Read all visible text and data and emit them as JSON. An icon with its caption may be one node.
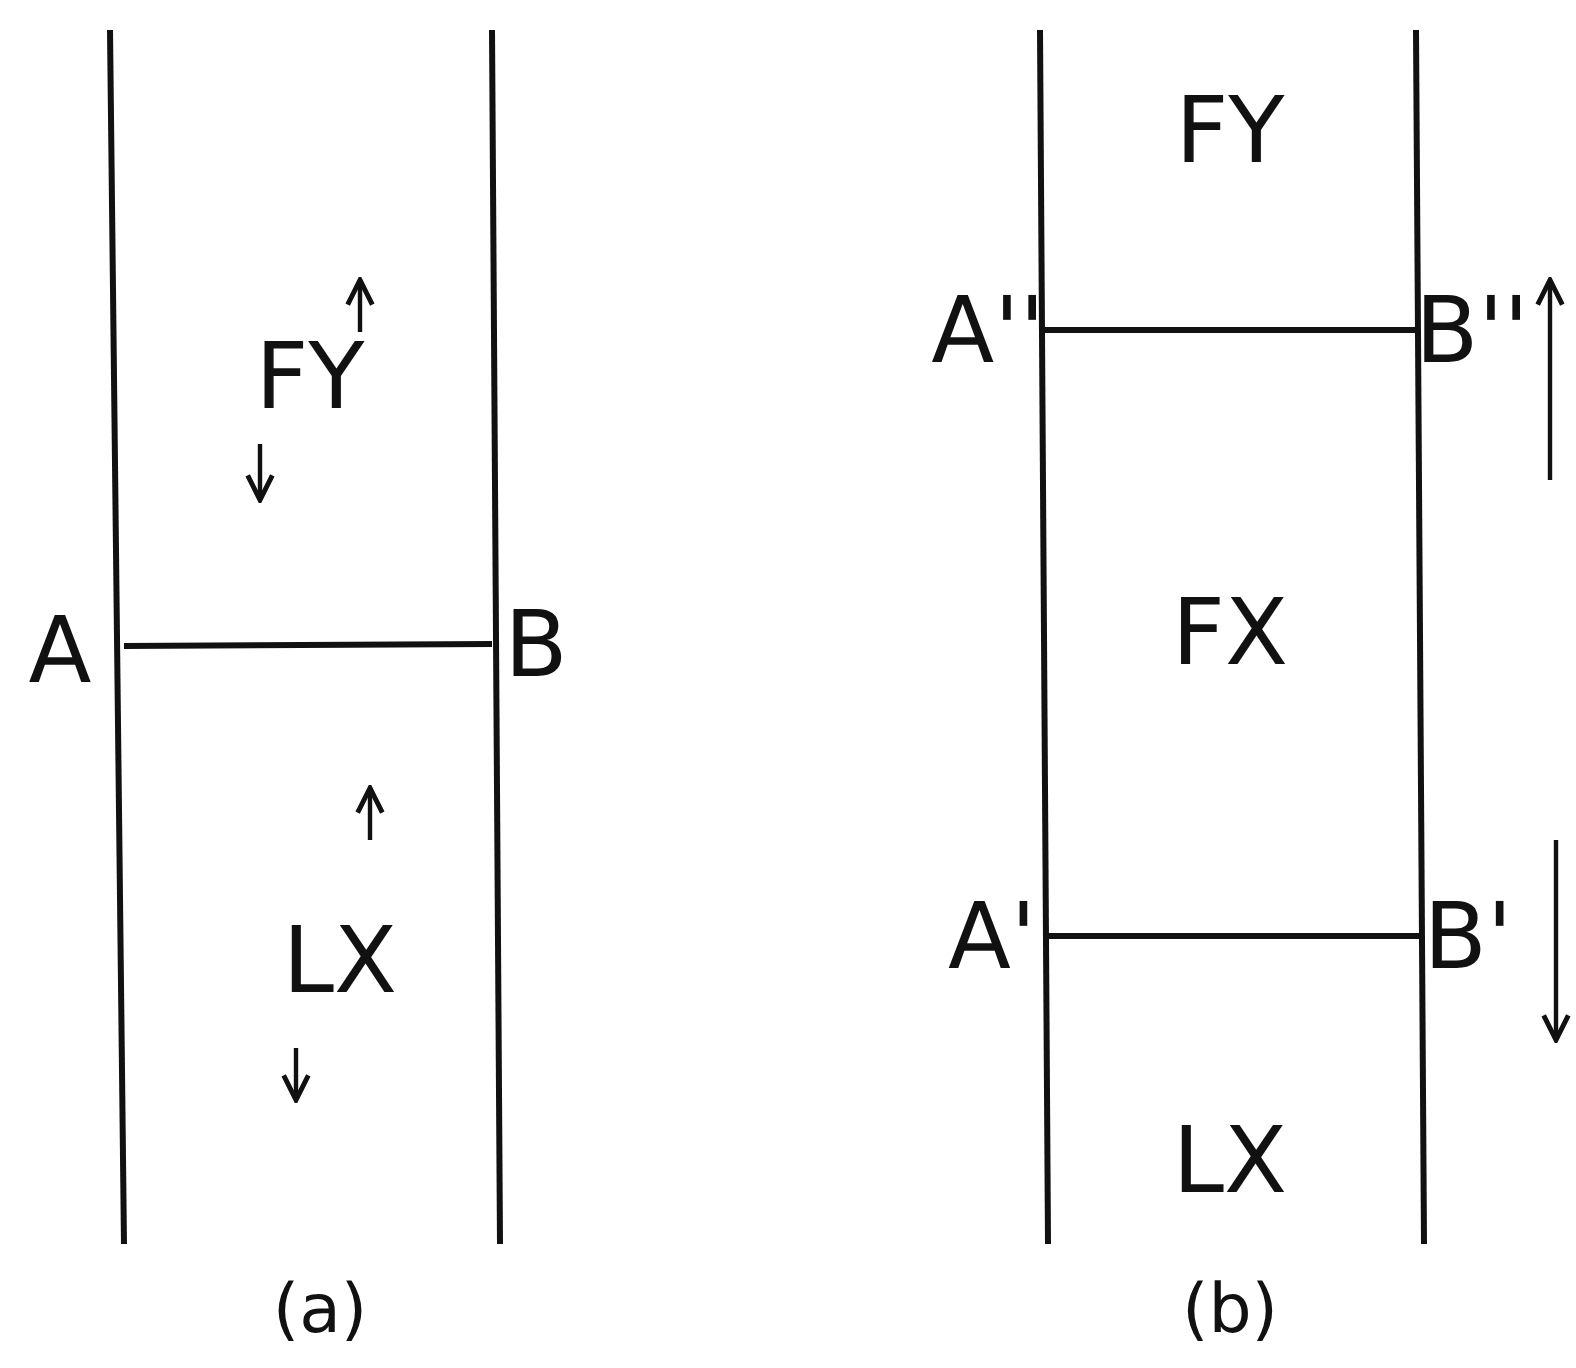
{
  "diagram": {
    "labels": [
      "FY",
      "A",
      "B",
      "LX",
      "(a)",
      "FY",
      "A''",
      "B''",
      "FX",
      "A'",
      "B'",
      "LX",
      "(b)"
    ]
  }
}
